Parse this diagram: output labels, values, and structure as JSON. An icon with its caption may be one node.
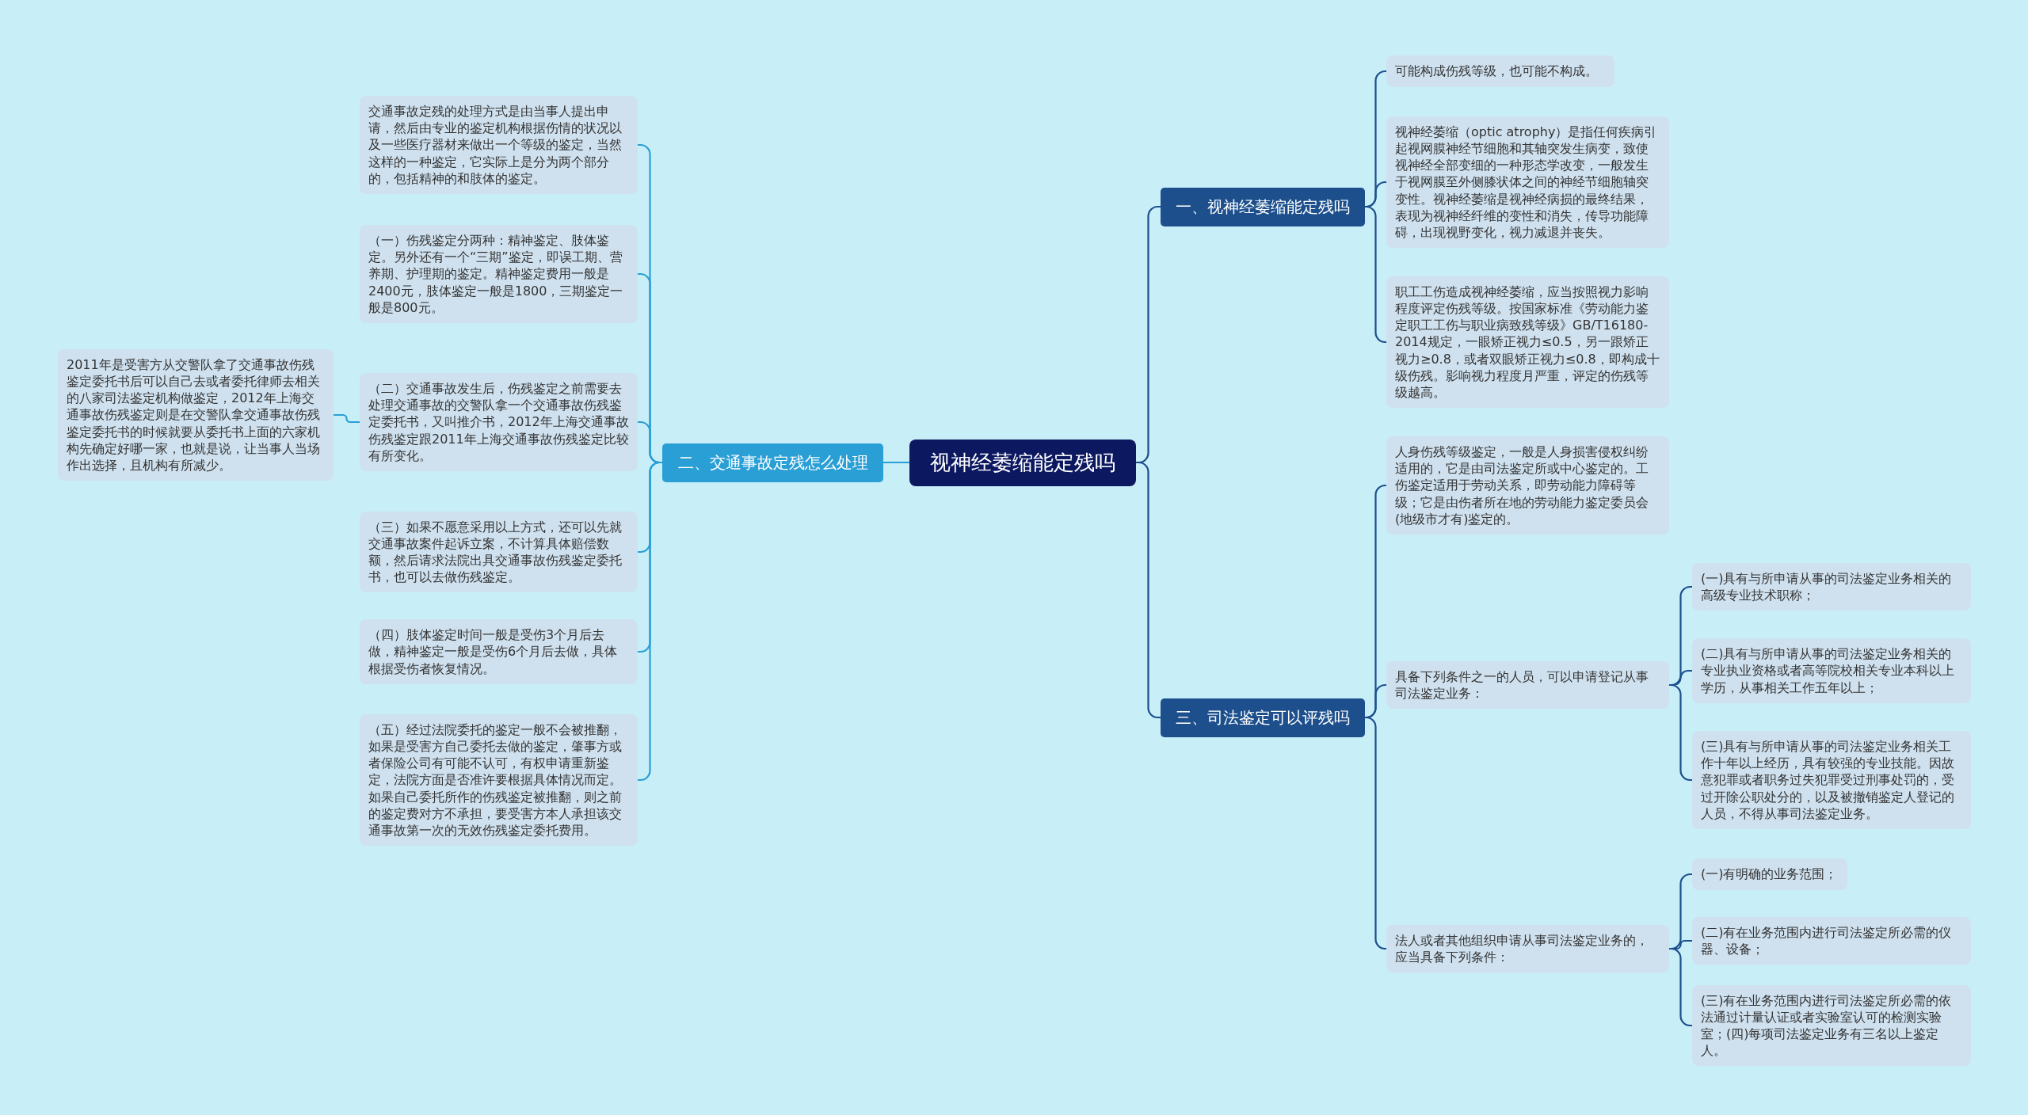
{
  "diagram": {
    "nodes": [
      {
        "text": [
          "视神经萎缩能定残吗"
        ]
      },
      {
        "text": [
          "一、视神经萎缩能定残吗"
        ]
      },
      {
        "text": [
          "可能构成伤残等级，也可能不构成。"
        ]
      },
      {
        "text": [
          "视神经萎缩（optic atrophy）是指任何疾病引起视网膜神经节细胞和其轴突发生病变，致使视神经全部变细的一种形态学改变，一般发生于视网膜至外侧膝状体之间的神经节细胞轴突变性。视神经萎缩是视神经病损的最终结果，表现为视神经纤维的变性和消失，传导功能障碍，出现视野变化，视力减退并丧失。"
        ]
      },
      {
        "text": [
          "职工工伤造成视神经萎缩，应当按照视力影响程度评定伤残等级。按国家标准《劳动能力鉴定职工工伤与职业病致残等级》GB/T16180-2014规定，一眼矫正视力≤0.5，另一跟矫正视力≥0.8，或者双眼矫正视力≤0.8，即构成十级伤残。影响视力程度月严重，评定的伤残等级越高。"
        ]
      },
      {
        "text": [
          "三、司法鉴定可以评残吗"
        ]
      },
      {
        "text": [
          "人身伤残等级鉴定，一般是人身损害侵权纠纷适用的，它是由司法鉴定所或中心鉴定的。工伤鉴定适用于劳动关系，即劳动能力障碍等级；它是由伤者所在地的劳动能力鉴定委员会(地级市才有)鉴定的。"
        ]
      },
      {
        "text": [
          "具备下列条件之一的人员，可以申请登记从事司法鉴定业务："
        ]
      },
      {
        "text": [
          "(一)具有与所申请从事的司法鉴定业务相关的高级专业技术职称；"
        ]
      },
      {
        "text": [
          "(二)具有与所申请从事的司法鉴定业务相关的专业执业资格或者高等院校相关专业本科以上学历，从事相关工作五年以上；"
        ]
      },
      {
        "text": [
          "(三)具有与所申请从事的司法鉴定业务相关工作十年以上经历，具有较强的专业技能。因故意犯罪或者职务过失犯罪受过刑事处罚的，受过开除公职处分的，以及被撤销鉴定人登记的人员，不得从事司法鉴定业务。"
        ]
      },
      {
        "text": [
          "法人或者其他组织申请从事司法鉴定业务的，应当具备下列条件："
        ]
      },
      {
        "text": [
          "(一)有明确的业务范围；"
        ]
      },
      {
        "text": [
          "(二)有在业务范围内进行司法鉴定所必需的仪器、设备；"
        ]
      },
      {
        "text": [
          "(三)有在业务范围内进行司法鉴定所必需的依法通过计量认证或者实验室认可的检测实验室；(四)每项司法鉴定业务有三名以上鉴定人。"
        ]
      },
      {
        "text": [
          "二、交通事故定残怎么处理"
        ]
      },
      {
        "text": [
          "交通事故定残的处理方式是由当事人提出申请，然后由专业的鉴定机构根据伤情的状况以及一些医疗器材来做出一个等级的鉴定，当然这样的一种鉴定，它实际上是分为两个部分的，包括精神的和肢体的鉴定。"
        ]
      },
      {
        "text": [
          "（一）伤残鉴定分两种：精神鉴定、肢体鉴定。另外还有一个“三期”鉴定，即误工期、营养期、护理期的鉴定。精神鉴定费用一般是2400元，肢体鉴定一般是1800，三期鉴定一般是800元。"
        ]
      },
      {
        "text": [
          "（二）交通事故发生后，伤残鉴定之前需要去处理交通事故的交警队拿一个交通事故伤残鉴定委托书，又叫推介书，2012年上海交通事故伤残鉴定跟2011年上海交通事故伤残鉴定比较有所变化。"
        ]
      },
      {
        "text": [
          "2011年是受害方从交警队拿了交通事故伤残鉴定委托书后可以自己去或者委托律师去相关的八家司法鉴定机构做鉴定，2012年上海交通事故伤残鉴定则是在交警队拿交通事故伤残鉴定委托书的时候就要从委托书上面的六家机构先确定好哪一家，也就是说，让当事人当场作出选择，且机构有所减少。"
        ]
      },
      {
        "text": [
          "（三）如果不愿意采用以上方式，还可以先就交通事故案件起诉立案，不计算具体赔偿数额，然后请求法院出具交通事故伤残鉴定委托书，也可以去做伤残鉴定。"
        ]
      },
      {
        "text": [
          "（四）肢体鉴定时间一般是受伤3个月后去做，精神鉴定一般是受伤6个月后去做，具体根据受伤者恢复情况。"
        ]
      },
      {
        "text": [
          "（五）经过法院委托的鉴定一般不会被推翻，如果是受害方自己委托去做的鉴定，肇事方或者保险公司有可能不认可，有权申请重新鉴定，法院方面是否准许要根据具体情况而定。如果自己委托所作的伤残鉴定被推翻，则之前的鉴定费对方不承担，要受害方本人承担该交通事故第一次的无效伤残鉴定委托费用。"
        ]
      }
    ],
    "edges": [
      {
        "from": 0,
        "to": 1,
        "arrow": "none"
      },
      {
        "from": 1,
        "to": 2,
        "arrow": "none"
      },
      {
        "from": 1,
        "to": 3,
        "arrow": "none"
      },
      {
        "from": 1,
        "to": 4,
        "arrow": "none"
      },
      {
        "from": 0,
        "to": 5,
        "arrow": "none"
      },
      {
        "from": 5,
        "to": 6,
        "arrow": "none"
      },
      {
        "from": 5,
        "to": 7,
        "arrow": "none"
      },
      {
        "from": 7,
        "to": 8,
        "arrow": "none"
      },
      {
        "from": 7,
        "to": 9,
        "arrow": "none"
      },
      {
        "from": 7,
        "to": 10,
        "arrow": "none"
      },
      {
        "from": 5,
        "to": 11,
        "arrow": "none"
      },
      {
        "from": 11,
        "to": 12,
        "arrow": "none"
      },
      {
        "from": 11,
        "to": 13,
        "arrow": "none"
      },
      {
        "from": 11,
        "to": 14,
        "arrow": "none"
      },
      {
        "from": 0,
        "to": 15,
        "arrow": "none",
        "color": "#2a9fd6"
      },
      {
        "from": 15,
        "to": 16,
        "arrow": "none",
        "color": "#2a9fd6"
      },
      {
        "from": 15,
        "to": 17,
        "arrow": "none",
        "color": "#2a9fd6"
      },
      {
        "from": 15,
        "to": 18,
        "arrow": "none",
        "color": "#2a9fd6"
      },
      {
        "from": 18,
        "to": 19,
        "arrow": "none",
        "color": "#2a9fd6"
      },
      {
        "from": 15,
        "to": 20,
        "arrow": "none",
        "color": "#2a9fd6"
      },
      {
        "from": 15,
        "to": 21,
        "arrow": "none",
        "color": "#2a9fd6"
      },
      {
        "from": 15,
        "to": 22,
        "arrow": "none",
        "color": "#2a9fd6"
      }
    ]
  }
}
